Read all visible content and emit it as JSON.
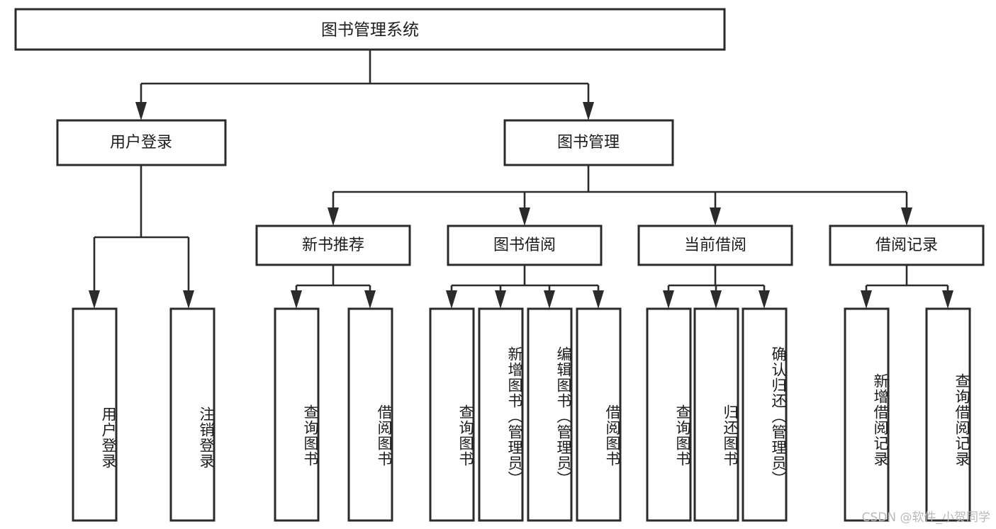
{
  "diagram": {
    "type": "tree",
    "title": "图书管理系统",
    "background": "#ffffff",
    "line_color": "#2b2b2b",
    "text_color": "#1c1c1c",
    "root": {
      "label": "图书管理系统"
    },
    "level1": [
      {
        "label": "用户登录"
      },
      {
        "label": "图书管理"
      }
    ],
    "level2": [
      {
        "label": "新书推荐"
      },
      {
        "label": "图书借阅"
      },
      {
        "label": "当前借阅"
      },
      {
        "label": "借阅记录"
      }
    ],
    "leaves": {
      "user_login": [
        {
          "label": "用户登录"
        },
        {
          "label": "注销登录"
        }
      ],
      "new_book_recommend": [
        {
          "label": "查询图书"
        },
        {
          "label": "借阅图书"
        }
      ],
      "book_borrow": [
        {
          "label": "查询图书"
        },
        {
          "label": "新增图书（管理员）"
        },
        {
          "label": "编辑图书（管理员）"
        },
        {
          "label": "借阅图书"
        }
      ],
      "current_borrow": [
        {
          "label": "查询图书"
        },
        {
          "label": "归还图书"
        },
        {
          "label": "确认归还（管理员）"
        }
      ],
      "borrow_record": [
        {
          "label": "新增借阅记录"
        },
        {
          "label": "查询借阅记录"
        }
      ]
    }
  },
  "watermark": {
    "text": "CSDN @软件_小贺同学"
  }
}
